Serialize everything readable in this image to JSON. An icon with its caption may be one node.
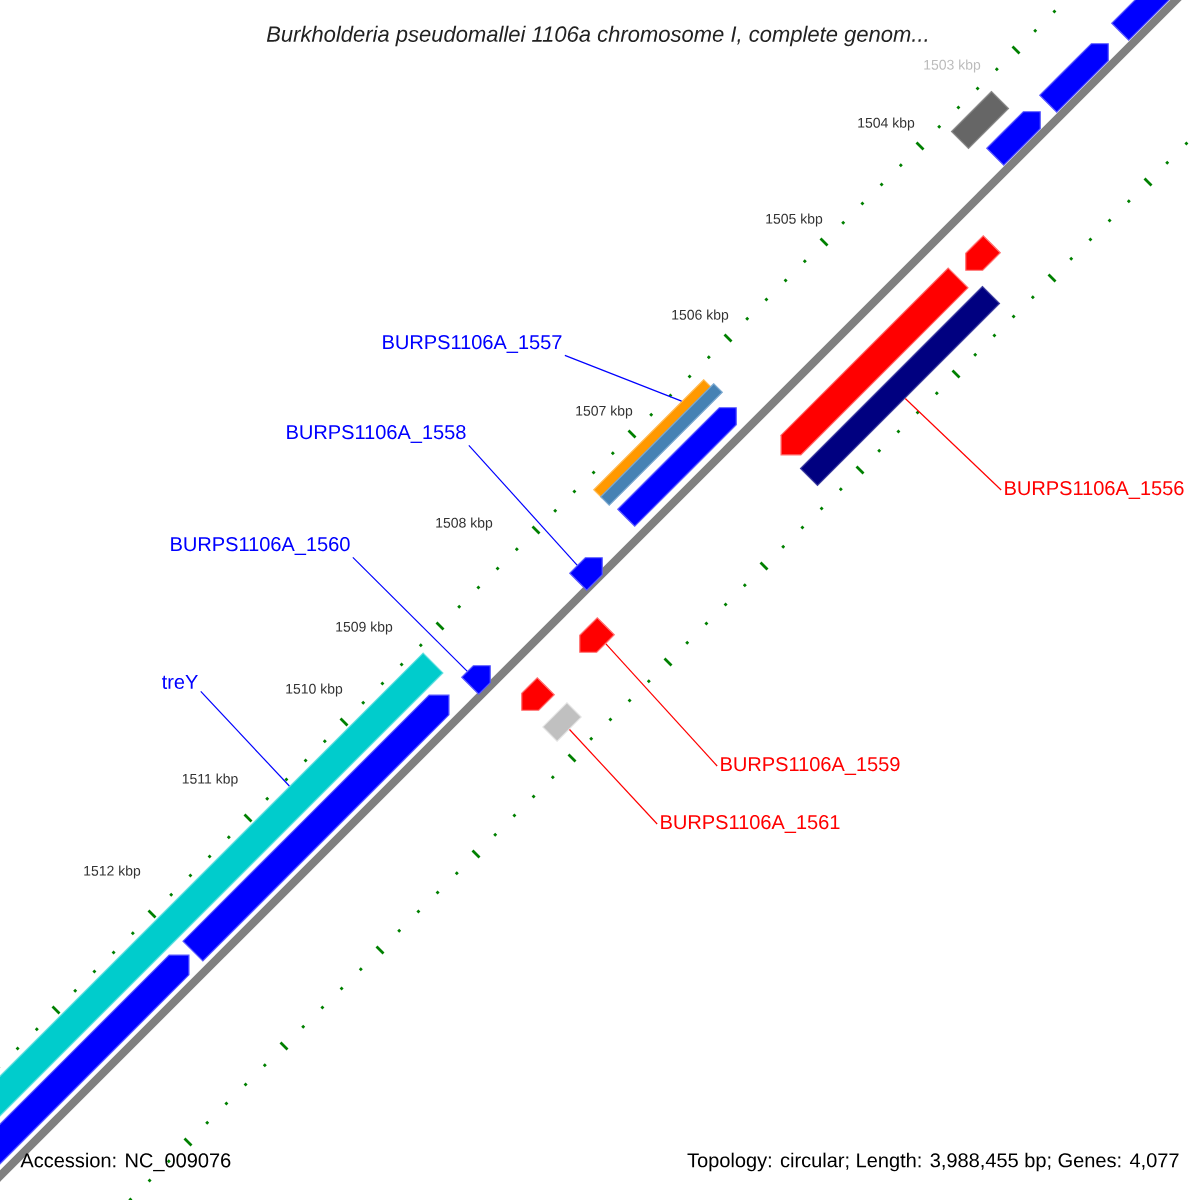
{
  "diagram": {
    "title": "Burkholderia pseudomallei 1106a chromosome I, complete genom...",
    "nodes": [
      {
        "text": [
          "BURPS1106A_1557"
        ]
      },
      {
        "text": [
          "BURPS1106A_1558"
        ]
      },
      {
        "text": [
          "BURPS1106A_1556"
        ]
      },
      {
        "text": [
          "BURPS1106A_1560"
        ]
      },
      {
        "text": [
          "treY"
        ]
      },
      {
        "text": [
          "BURPS1106A_1559"
        ]
      },
      {
        "text": [
          "BURPS1106A_1561"
        ]
      },
      {
        "text": [],
        "shape": "pentagon"
      },
      {
        "text": [],
        "shape": "bar"
      },
      {
        "text": [],
        "shape": "pentagon"
      },
      {
        "text": [],
        "shape": "pentagon"
      },
      {
        "text": [],
        "shape": "pentagon"
      },
      {
        "text": [],
        "shape": "bar"
      },
      {
        "text": [],
        "shape": "pentagon"
      },
      {
        "text": [],
        "shape": "pentagon"
      },
      {
        "text": [],
        "shape": "bar"
      },
      {
        "text": [],
        "shape": "bar"
      },
      {
        "text": [],
        "shape": "pentagon"
      },
      {
        "text": [],
        "shape": "pentagon"
      },
      {
        "text": [],
        "shape": "bar"
      },
      {
        "text": [],
        "shape": "bar"
      },
      {
        "text": [],
        "shape": "pentagon"
      },
      {
        "text": [],
        "shape": "pentagon"
      },
      {
        "text": [],
        "shape": "pentagon"
      },
      {
        "text": [],
        "shape": "pentagon"
      }
    ],
    "edges": [
      {
        "from": 0,
        "to": 15,
        "arrow": "none"
      },
      {
        "from": 1,
        "to": 13,
        "arrow": "none"
      },
      {
        "from": 2,
        "to": 19,
        "arrow": "none",
        "color": "#ff0000"
      },
      {
        "from": 3,
        "to": 10,
        "arrow": "none"
      },
      {
        "from": 4,
        "to": 8,
        "arrow": "none"
      },
      {
        "from": 5,
        "to": 14,
        "arrow": "none",
        "color": "#ff0000"
      },
      {
        "from": 6,
        "to": 12,
        "arrow": "none",
        "color": "#ff0000"
      }
    ],
    "labels": [
      "1503 kbp",
      "1504 kbp",
      "1505 kbp",
      "1506 kbp",
      "1507 kbp",
      "1508 kbp",
      "1509 kbp",
      "1510 kbp",
      "1511 kbp",
      "1512 kbp",
      "Accession: NC_009076",
      "Topology: circular; Length: 3,988,455 bp; Genes: 4,077"
    ]
  }
}
